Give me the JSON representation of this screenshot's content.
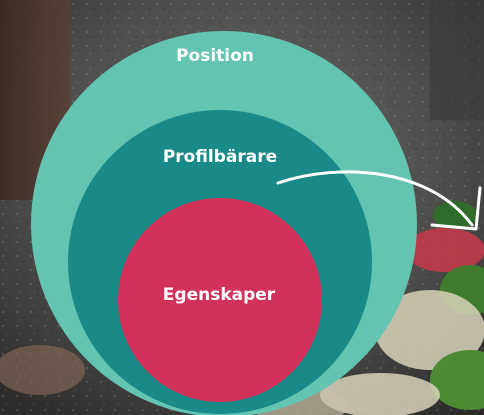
{
  "diagram": {
    "outer_label": "Position",
    "middle_label": "Profilbärare",
    "inner_label": "Egenskaper",
    "colors": {
      "outer": "#64c4b2",
      "middle": "#1a8a88",
      "inner": "#d2315a",
      "arrow": "#ffffff"
    }
  },
  "background": {
    "description_icon": "food-photo-background"
  }
}
